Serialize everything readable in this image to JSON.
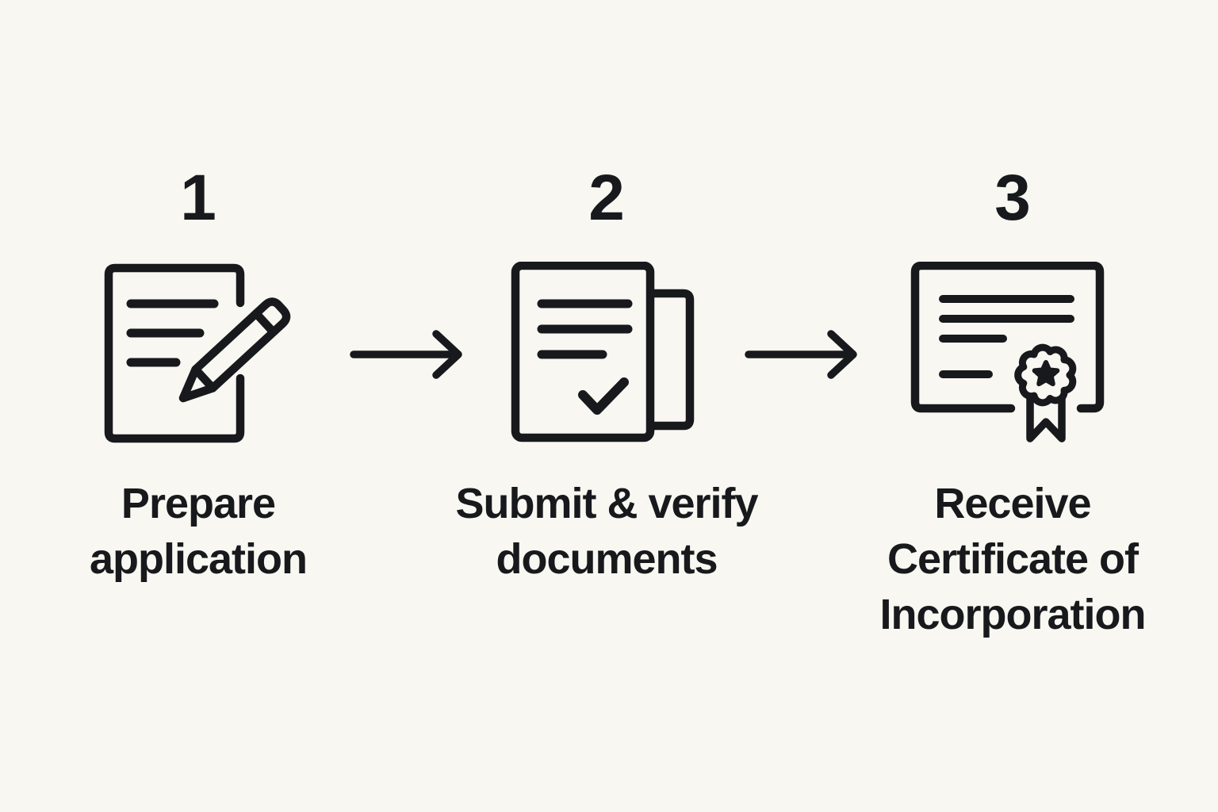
{
  "page": {
    "title": "Company registration process — 3 steps",
    "background_color": "#F8F7F1",
    "ink_color": "#17191C"
  },
  "steps": [
    {
      "number": "1",
      "icon": "document-pencil-icon",
      "label": "Prepare\napplication"
    },
    {
      "number": "2",
      "icon": "documents-checkmark-icon",
      "label": "Submit & verify\ndocuments"
    },
    {
      "number": "3",
      "icon": "certificate-ribbon-icon",
      "label": "Receive\nCertificate of\nIncorporation"
    }
  ],
  "arrows": [
    {
      "name": "arrow-right-1",
      "direction": "right"
    },
    {
      "name": "arrow-right-2",
      "direction": "right"
    }
  ]
}
